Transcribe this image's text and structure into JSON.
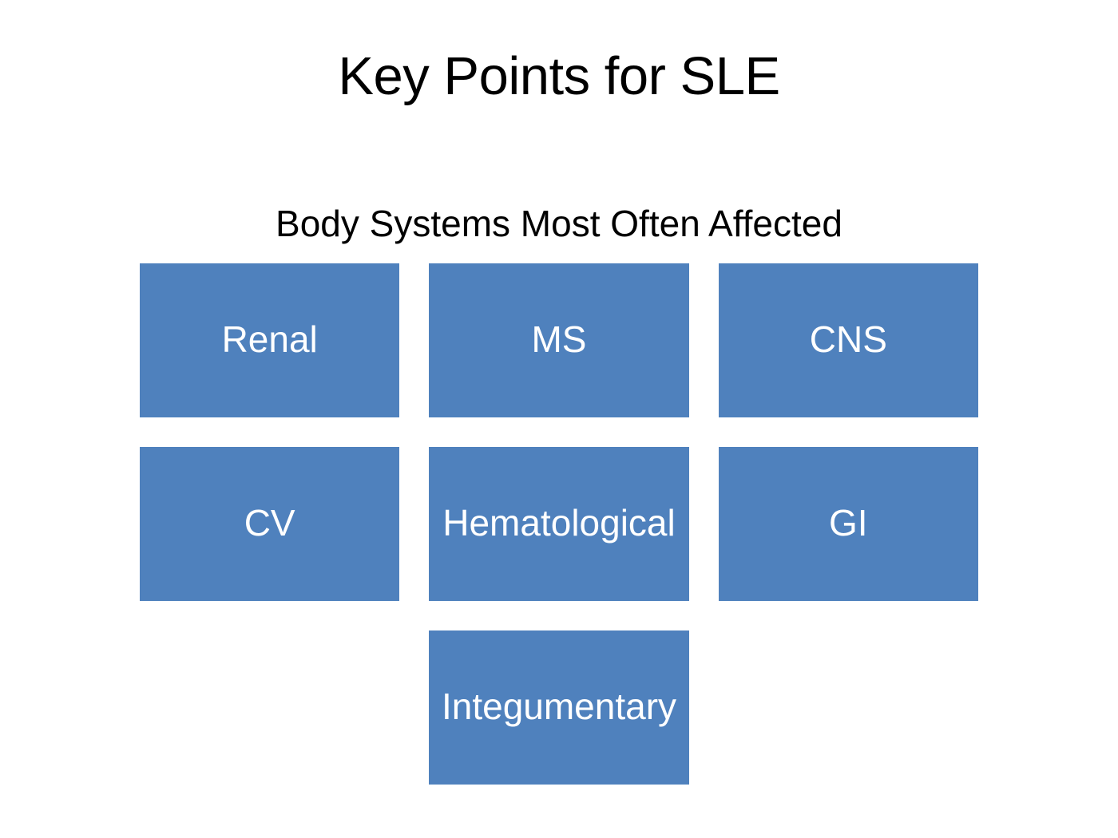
{
  "slide": {
    "title": "Key Points for SLE",
    "background_color": "#ffffff",
    "title_color": "#000000"
  },
  "diagram": {
    "heading": "Body Systems Most Often Affected",
    "box_fill_color": "#4f81bd",
    "box_text_color": "#ffffff",
    "rows": [
      {
        "cells": [
          {
            "label": "Renal"
          },
          {
            "label": "MS"
          },
          {
            "label": "CNS"
          }
        ]
      },
      {
        "cells": [
          {
            "label": "CV"
          },
          {
            "label": "Hematological"
          },
          {
            "label": "GI"
          }
        ]
      },
      {
        "cells": [
          {
            "label": "Integumentary"
          }
        ]
      }
    ]
  }
}
